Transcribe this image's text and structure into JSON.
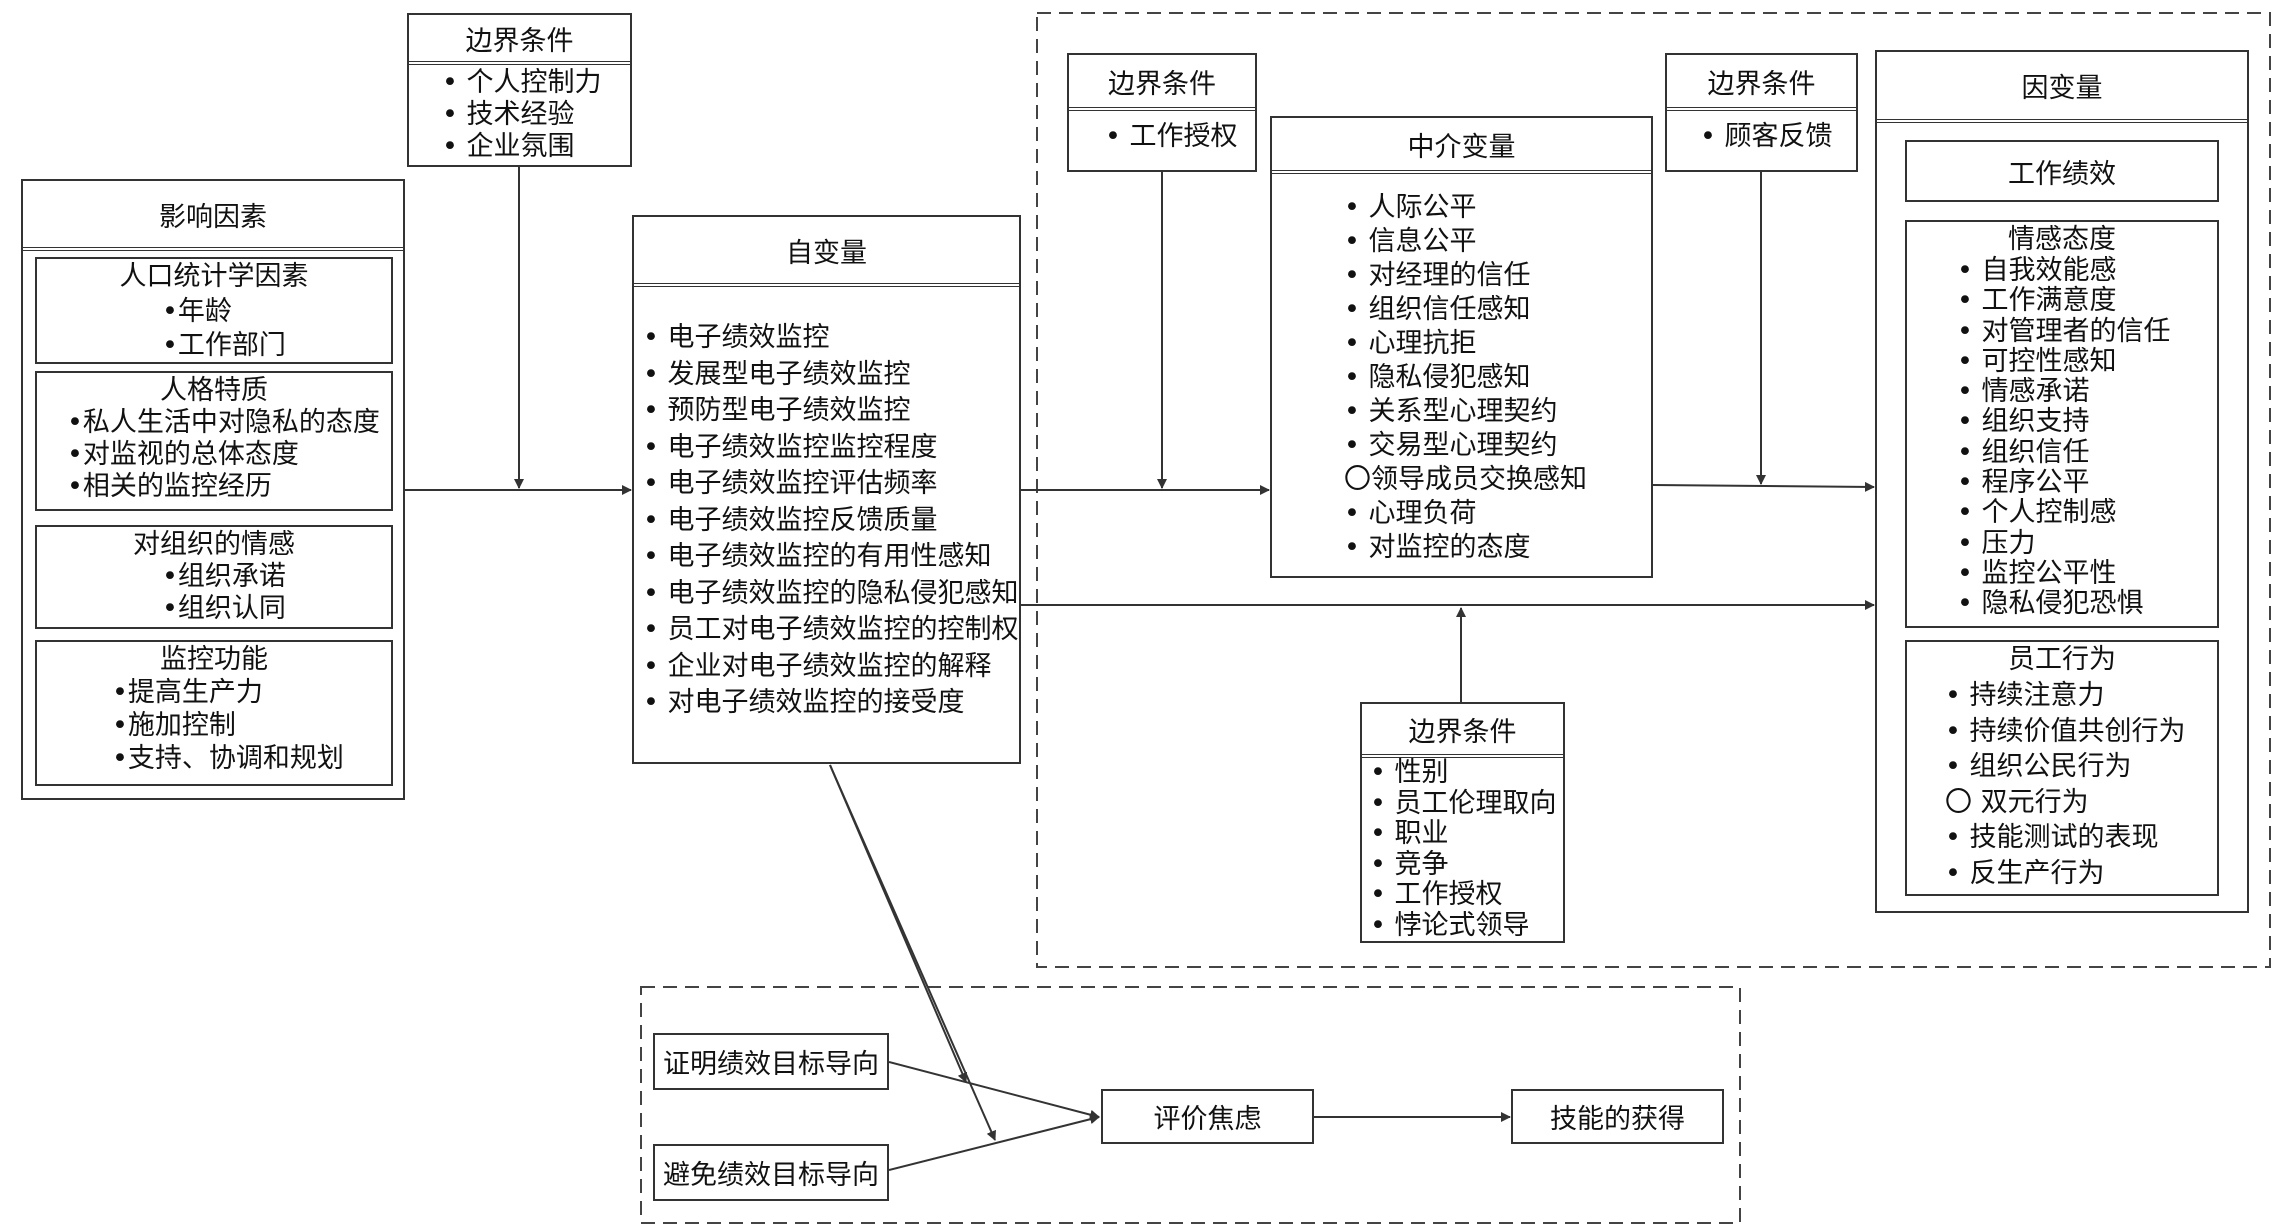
{
  "influence": {
    "title": "影响因素",
    "demographic": {
      "title": "人口统计学因素",
      "items": [
        "•年龄",
        "•工作部门"
      ]
    },
    "personality": {
      "title": "人格特质",
      "items": [
        "•私人生活中对隐私的态度",
        "•对监视的总体态度",
        "•相关的监控经历"
      ]
    },
    "org_emotion": {
      "title": "对组织的情感",
      "items": [
        "•组织承诺",
        "•组织认同"
      ]
    },
    "monitor_function": {
      "title": "监控功能",
      "items": [
        "•提高生产力",
        "•施加控制",
        "•支持、协调和规划"
      ]
    }
  },
  "boundary_top_left": {
    "title": "边界条件",
    "items": [
      "• 个人控制力",
      "• 技术经验",
      "• 企业氛围"
    ]
  },
  "independent": {
    "title": "自变量",
    "items": [
      "• 电子绩效监控",
      "• 发展型电子绩效监控",
      "• 预防型电子绩效监控",
      "• 电子绩效监控监控程度",
      "• 电子绩效监控评估频率",
      "• 电子绩效监控反馈质量",
      "• 电子绩效监控的有用性感知",
      "• 电子绩效监控的隐私侵犯感知",
      "• 员工对电子绩效监控的控制权",
      "• 企业对电子绩效监控的解释",
      "• 对电子绩效监控的接受度"
    ]
  },
  "boundary_work": {
    "title": "边界条件",
    "items": [
      "• 工作授权"
    ]
  },
  "mediator": {
    "title": "中介变量",
    "items": [
      "• 人际公平",
      "• 信息公平",
      "• 对经理的信任",
      "• 组织信任感知",
      "• 心理抗拒",
      "• 隐私侵犯感知",
      "• 关系型心理契约",
      "• 交易型心理契约",
      "〇领导成员交换感知",
      "• 心理负荷",
      "• 对监控的态度"
    ]
  },
  "boundary_customer": {
    "title": "边界条件",
    "items": [
      "• 顾客反馈"
    ]
  },
  "dependent": {
    "title": "因变量",
    "performance": "工作绩效",
    "attitude": {
      "title": "情感态度",
      "items": [
        "• 自我效能感",
        "• 工作满意度",
        "• 对管理者的信任",
        "• 可控性感知",
        "• 情感承诺",
        "• 组织支持",
        "• 组织信任",
        "• 程序公平",
        "• 个人控制感",
        "• 压力",
        "• 监控公平性",
        "• 隐私侵犯恐惧"
      ]
    },
    "behavior": {
      "title": "员工行为",
      "items": [
        "• 持续注意力",
        "• 持续价值共创行为",
        "• 组织公民行为",
        "〇 双元行为",
        "• 技能测试的表现",
        "• 反生产行为"
      ]
    }
  },
  "boundary_bottom": {
    "title": "边界条件",
    "items": [
      "• 性别",
      "• 员工伦理取向",
      "• 职业",
      "• 竞争",
      "• 工作授权",
      "• 悖论式领导"
    ]
  },
  "lower": {
    "prove_goal": "证明绩效目标导向",
    "avoid_goal": "避免绩效目标导向",
    "anxiety": "评价焦虑",
    "skill": "技能的获得"
  },
  "colors": {
    "line": "#333333",
    "background": "#ffffff"
  }
}
